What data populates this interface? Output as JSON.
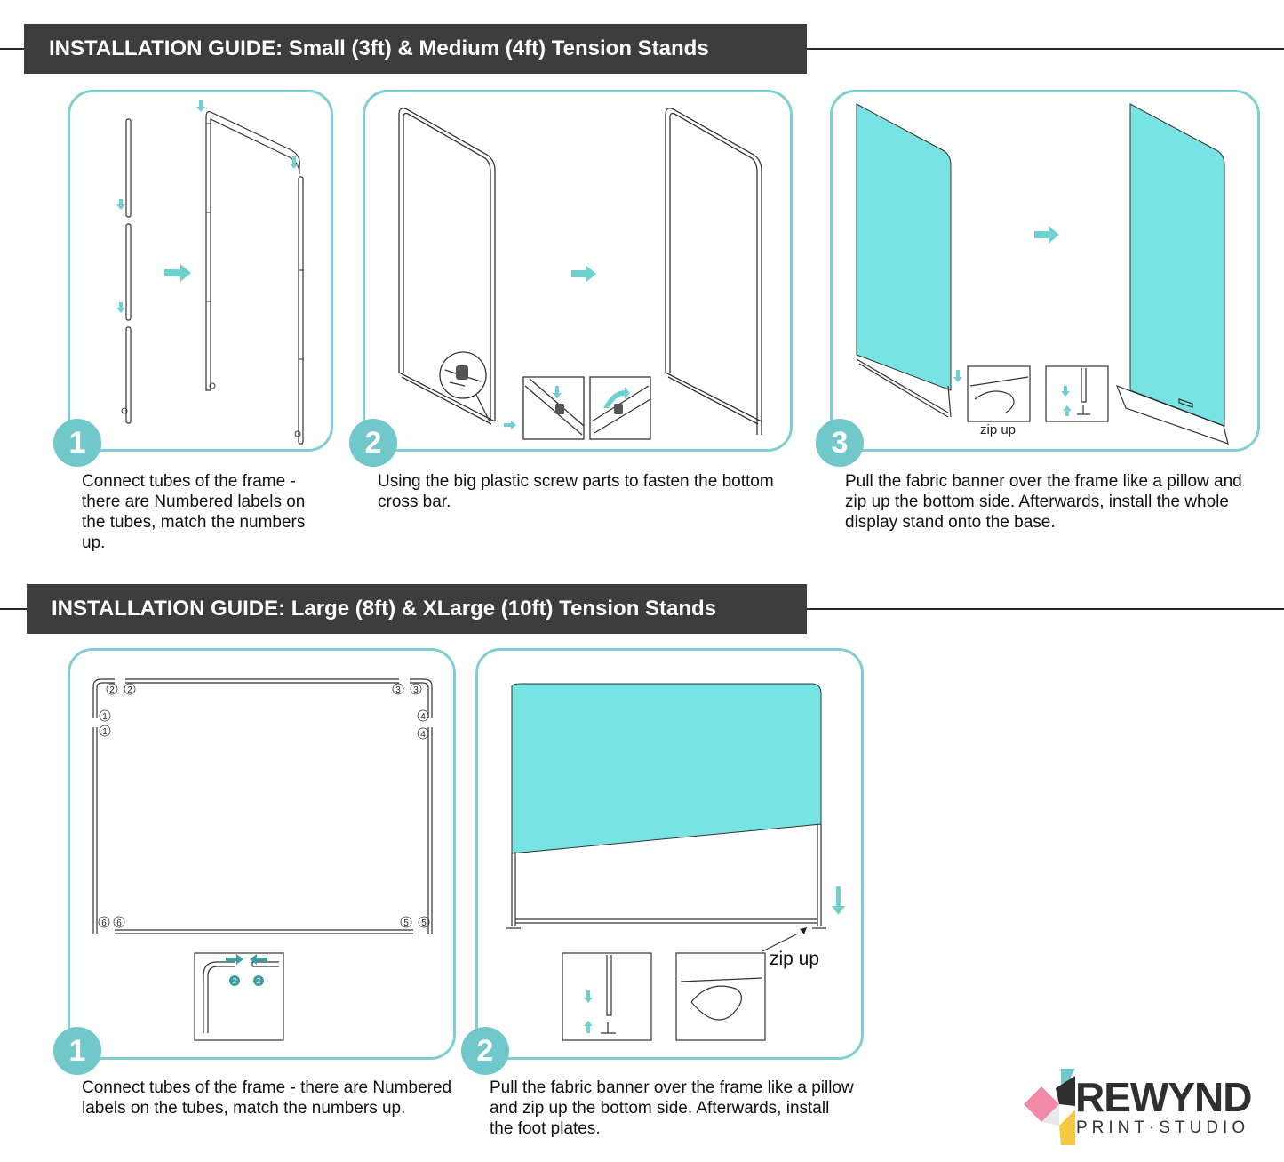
{
  "section1": {
    "title": "INSTALLATION GUIDE: Small (3ft) & Medium (4ft) Tension Stands",
    "steps": [
      {
        "number": "1",
        "caption": "Connect tubes of the frame - there are Numbered labels on the tubes, match the numbers up."
      },
      {
        "number": "2",
        "caption": "Using the big plastic screw parts to fasten the bottom cross bar."
      },
      {
        "number": "3",
        "caption": "Pull the fabric banner over the frame like a pillow and zip up the bottom side. Afterwards, install the whole display stand onto the base.",
        "detail_label": "zip up"
      }
    ]
  },
  "section2": {
    "title": "INSTALLATION GUIDE: Large (8ft) & XLarge (10ft) Tension Stands",
    "steps": [
      {
        "number": "1",
        "caption": "Connect tubes of the frame - there are Numbered labels on the tubes, match the numbers up."
      },
      {
        "number": "2",
        "caption": "Pull the fabric banner over the frame like a pillow and zip up the bottom side. Afterwards, install the foot plates.",
        "detail_label": "zip up"
      }
    ],
    "tube_numbers": [
      "1",
      "2",
      "3",
      "4",
      "5",
      "6"
    ]
  },
  "brand": {
    "name": "REWYND",
    "tagline": "PRINT·STUDIO"
  },
  "colors": {
    "accent": "#70c8ca",
    "banner_fill": "#78e3e3",
    "header_bg": "#3d3d3d"
  },
  "icons": [
    "arrow-right-icon",
    "arrow-down-icon",
    "arrow-up-icon"
  ]
}
